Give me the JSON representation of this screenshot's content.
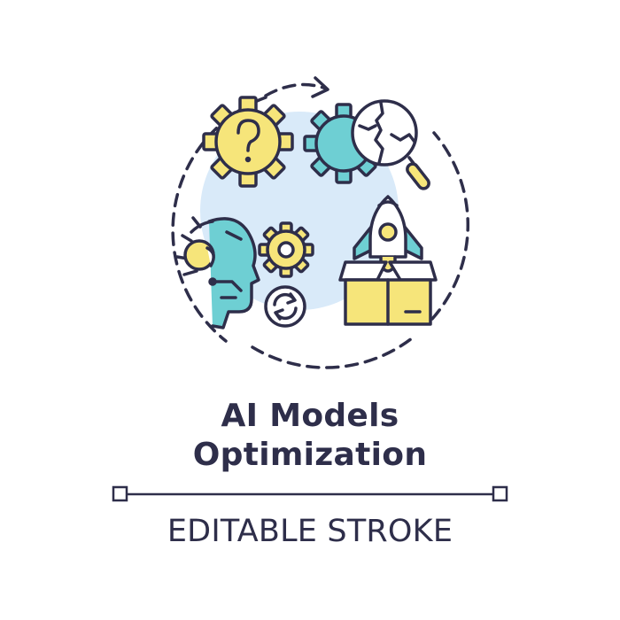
{
  "title": {
    "line1": "AI Models",
    "line2": "Optimization"
  },
  "caption": "EDITABLE STROKE",
  "colors": {
    "outline": "#2e2e4a",
    "yellow": "#f6e57a",
    "teal": "#6ecfd3",
    "light_blue": "#d9eaf9",
    "white": "#ffffff"
  },
  "icons": [
    "question-gear-icon",
    "gear-magnifier-icon",
    "ai-head-icon",
    "gear-refresh-icon",
    "rocket-box-icon",
    "cycle-arrow-icon"
  ]
}
